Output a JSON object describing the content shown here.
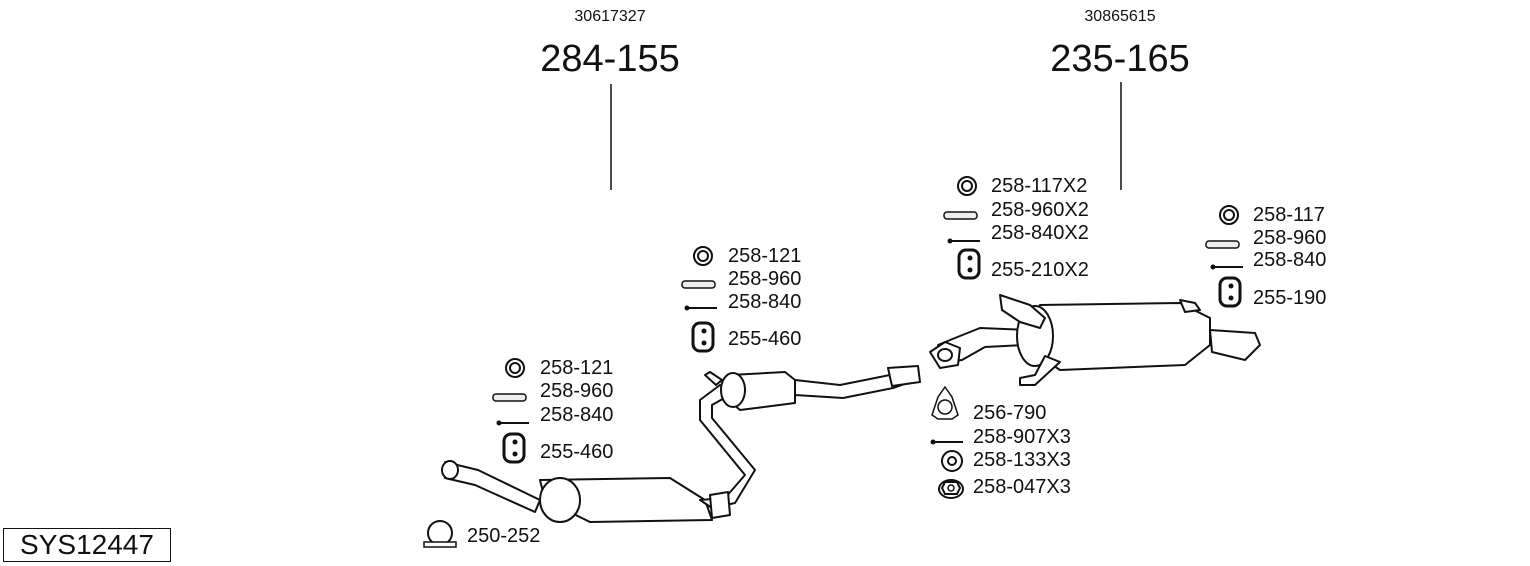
{
  "system_code": "SYS12447",
  "assemblies": [
    {
      "oe_number": "30617327",
      "part_number": "284-155"
    },
    {
      "oe_number": "30865615",
      "part_number": "235-165"
    }
  ],
  "parts": {
    "front_mount": [
      "258-121",
      "258-960",
      "258-840",
      "255-460"
    ],
    "middle_mount": [
      "258-121",
      "258-960",
      "258-840",
      "255-460"
    ],
    "clamp": "250-252",
    "rear_mount_1": [
      "258-117X2",
      "258-960X2",
      "258-840X2",
      "255-210X2"
    ],
    "rear_mount_2": [
      "258-117",
      "258-960",
      "258-840",
      "255-190"
    ],
    "flange_kit": [
      "256-790",
      "258-907X3",
      "258-133X3",
      "258-047X3"
    ]
  },
  "icons": [
    "ring-icon",
    "sleeve-icon",
    "bolt-icon",
    "rubber-hanger-icon",
    "clamp-icon",
    "gasket-icon",
    "washer-icon",
    "nut-icon"
  ]
}
